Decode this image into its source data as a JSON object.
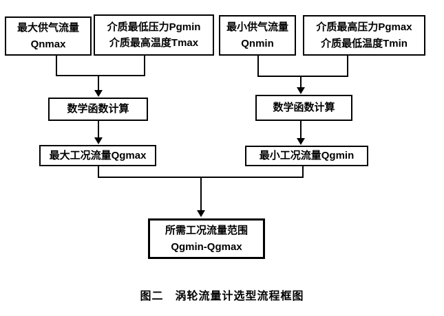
{
  "page": {
    "background_color": "#ffffff",
    "line_color": "#000000",
    "caption": "图二　涡轮流量计选型流程框图"
  },
  "flowchart": {
    "type": "flowchart",
    "nodes": [
      {
        "id": "qnmax",
        "lines": [
          "最大供气流量",
          "Qnmax"
        ]
      },
      {
        "id": "pgmin-tmax",
        "lines": [
          "介质最低压力Pgmin",
          "介质最高温度Tmax"
        ]
      },
      {
        "id": "qnmin",
        "lines": [
          "最小供气流量",
          "Qnmin"
        ]
      },
      {
        "id": "pgmax-tmin",
        "lines": [
          "介质最高压力Pgmax",
          "介质最低温度Tmin"
        ]
      },
      {
        "id": "math-left",
        "lines": [
          "数学函数计算"
        ]
      },
      {
        "id": "math-right",
        "lines": [
          "数学函数计算"
        ]
      },
      {
        "id": "qgmax",
        "lines": [
          "最大工况流量Qgmax"
        ]
      },
      {
        "id": "qgmin",
        "lines": [
          "最小工况流量Qgmin"
        ]
      },
      {
        "id": "range",
        "lines": [
          "所需工况流量范围",
          "Qgmin-Qgmax"
        ]
      }
    ],
    "edges": [
      "qnmax+pgmin-tmax -> math-left",
      "qnmin+pgmax-tmin -> math-right",
      "math-left -> qgmax",
      "math-right -> qgmin",
      "qgmax+qgmin -> range"
    ]
  }
}
